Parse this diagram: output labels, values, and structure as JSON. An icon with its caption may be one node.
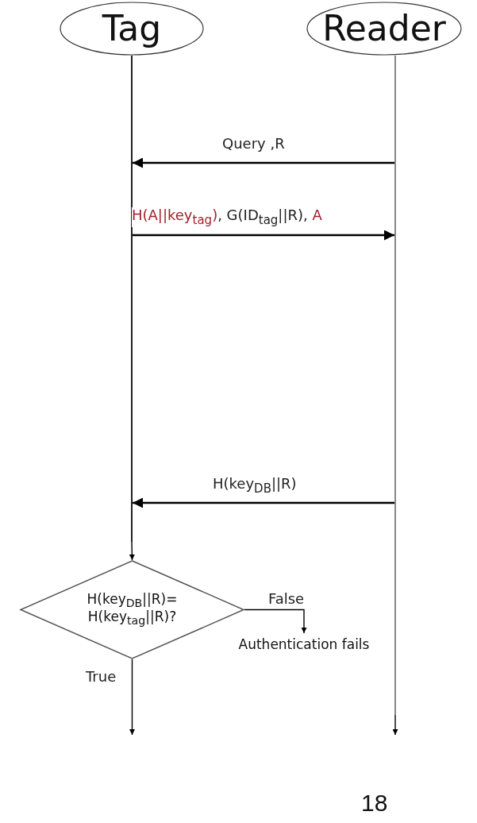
{
  "diagram": {
    "nodes": [
      {
        "text": [
          "Tag"
        ]
      },
      {
        "text": [
          "Reader"
        ]
      },
      {
        "text": [
          "H(key$_{DB}$||R)= H(key$_{tag}$||R)?"
        ]
      },
      {
        "text": [
          "Authentication fails"
        ]
      },
      {
        "text": [],
        "shape": "bar"
      },
      {
        "text": [],
        "shape": "bar"
      }
    ],
    "edges": [
      {
        "from": 5,
        "to": 4,
        "arrow": "to",
        "label": "Query ,R"
      },
      {
        "from": 4,
        "to": 5,
        "arrow": "to",
        "label": "H(A||key$_{tag}$), G(ID$_{tag}$||R), A"
      },
      {
        "from": 5,
        "to": 4,
        "arrow": "to",
        "label": "H(key$_{DB}$||R)"
      },
      {
        "from": 4,
        "to": 2,
        "arrow": "to"
      },
      {
        "from": 2,
        "to": 3,
        "arrow": "to",
        "label": "False"
      },
      {
        "from": 2,
        "to": null,
        "arrow": "to",
        "label": "True"
      },
      {
        "from": 5,
        "to": null,
        "arrow": "to"
      }
    ],
    "labels": [
      "18"
    ]
  }
}
